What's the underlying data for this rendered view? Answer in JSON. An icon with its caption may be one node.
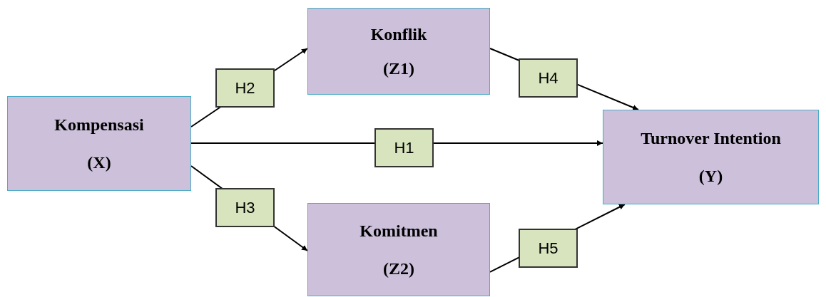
{
  "diagram": {
    "nodes": [
      {
        "text": [
          "Kompensasi",
          "(X)"
        ]
      },
      {
        "text": [
          "Konflik",
          "(Z1)"
        ]
      },
      {
        "text": [
          "Komitmen",
          "(Z2)"
        ]
      },
      {
        "text": [
          "Turnover Intention",
          "(Y)"
        ]
      }
    ],
    "edges": [
      {
        "from": 0,
        "to": 1,
        "arrow": "to",
        "label": "H2"
      },
      {
        "from": 0,
        "to": 3,
        "arrow": "to",
        "label": "H1"
      },
      {
        "from": 0,
        "to": 2,
        "arrow": "to",
        "label": "H3"
      },
      {
        "from": 1,
        "to": 3,
        "arrow": "to",
        "label": "H4"
      },
      {
        "from": 2,
        "to": 3,
        "arrow": "to",
        "label": "H5"
      }
    ]
  }
}
